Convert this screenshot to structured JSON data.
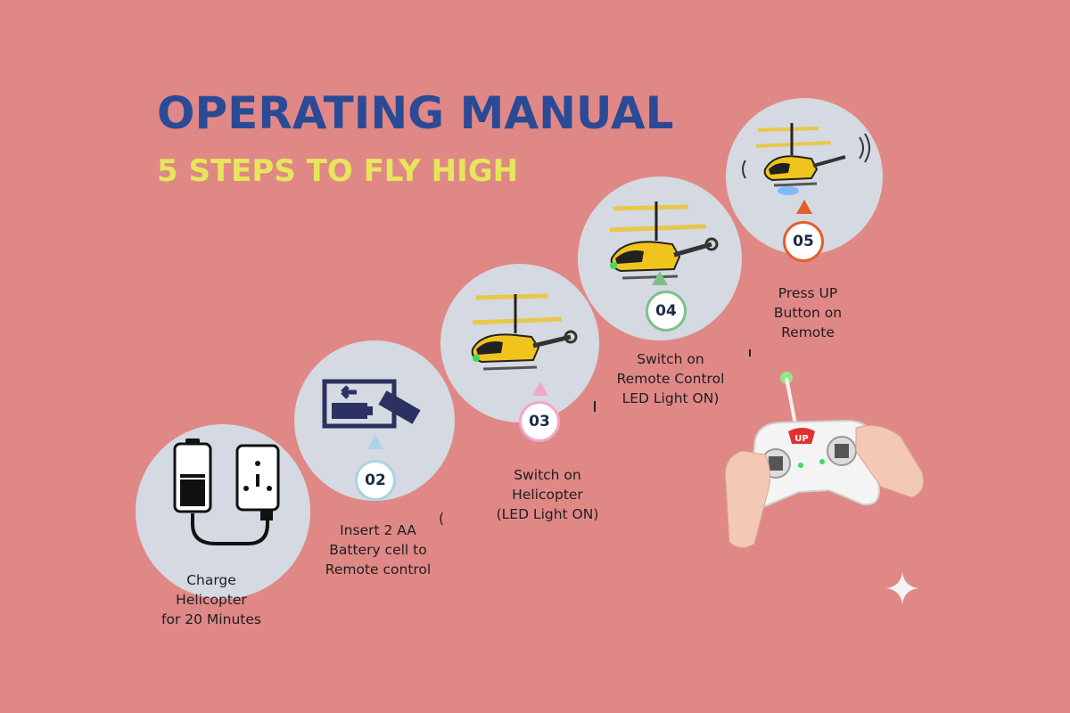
{
  "header": {
    "title": "OPERATING MANUAL",
    "subtitle": "5 STEPS TO FLY HIGH"
  },
  "colors": {
    "background": "#e08886",
    "title": "#2b4a96",
    "subtitle": "#e6e65a",
    "circle": "#d5d9e1",
    "step02_ring": "#a8d4e4",
    "step03_ring": "#f0a8c8",
    "step04_ring": "#7ec08a",
    "step05_ring": "#e0602a"
  },
  "steps": [
    {
      "number": "",
      "caption": "Charge\nHelicopter\nfor 20 Minutes",
      "icon": "battery-charger-icon"
    },
    {
      "number": "02",
      "caption": "Insert 2 AA\nBattery cell to\nRemote control",
      "icon": "battery-insert-icon"
    },
    {
      "number": "03",
      "caption": "Switch on\nHelicopter\n(LED Light ON)",
      "icon": "helicopter-icon"
    },
    {
      "number": "04",
      "caption": "Switch on\nRemote Control\nLED Light ON)",
      "icon": "helicopter-icon"
    },
    {
      "number": "05",
      "caption": "Press UP\nButton on\nRemote",
      "icon": "helicopter-flying-icon"
    }
  ],
  "remote": {
    "button_label": "UP"
  }
}
